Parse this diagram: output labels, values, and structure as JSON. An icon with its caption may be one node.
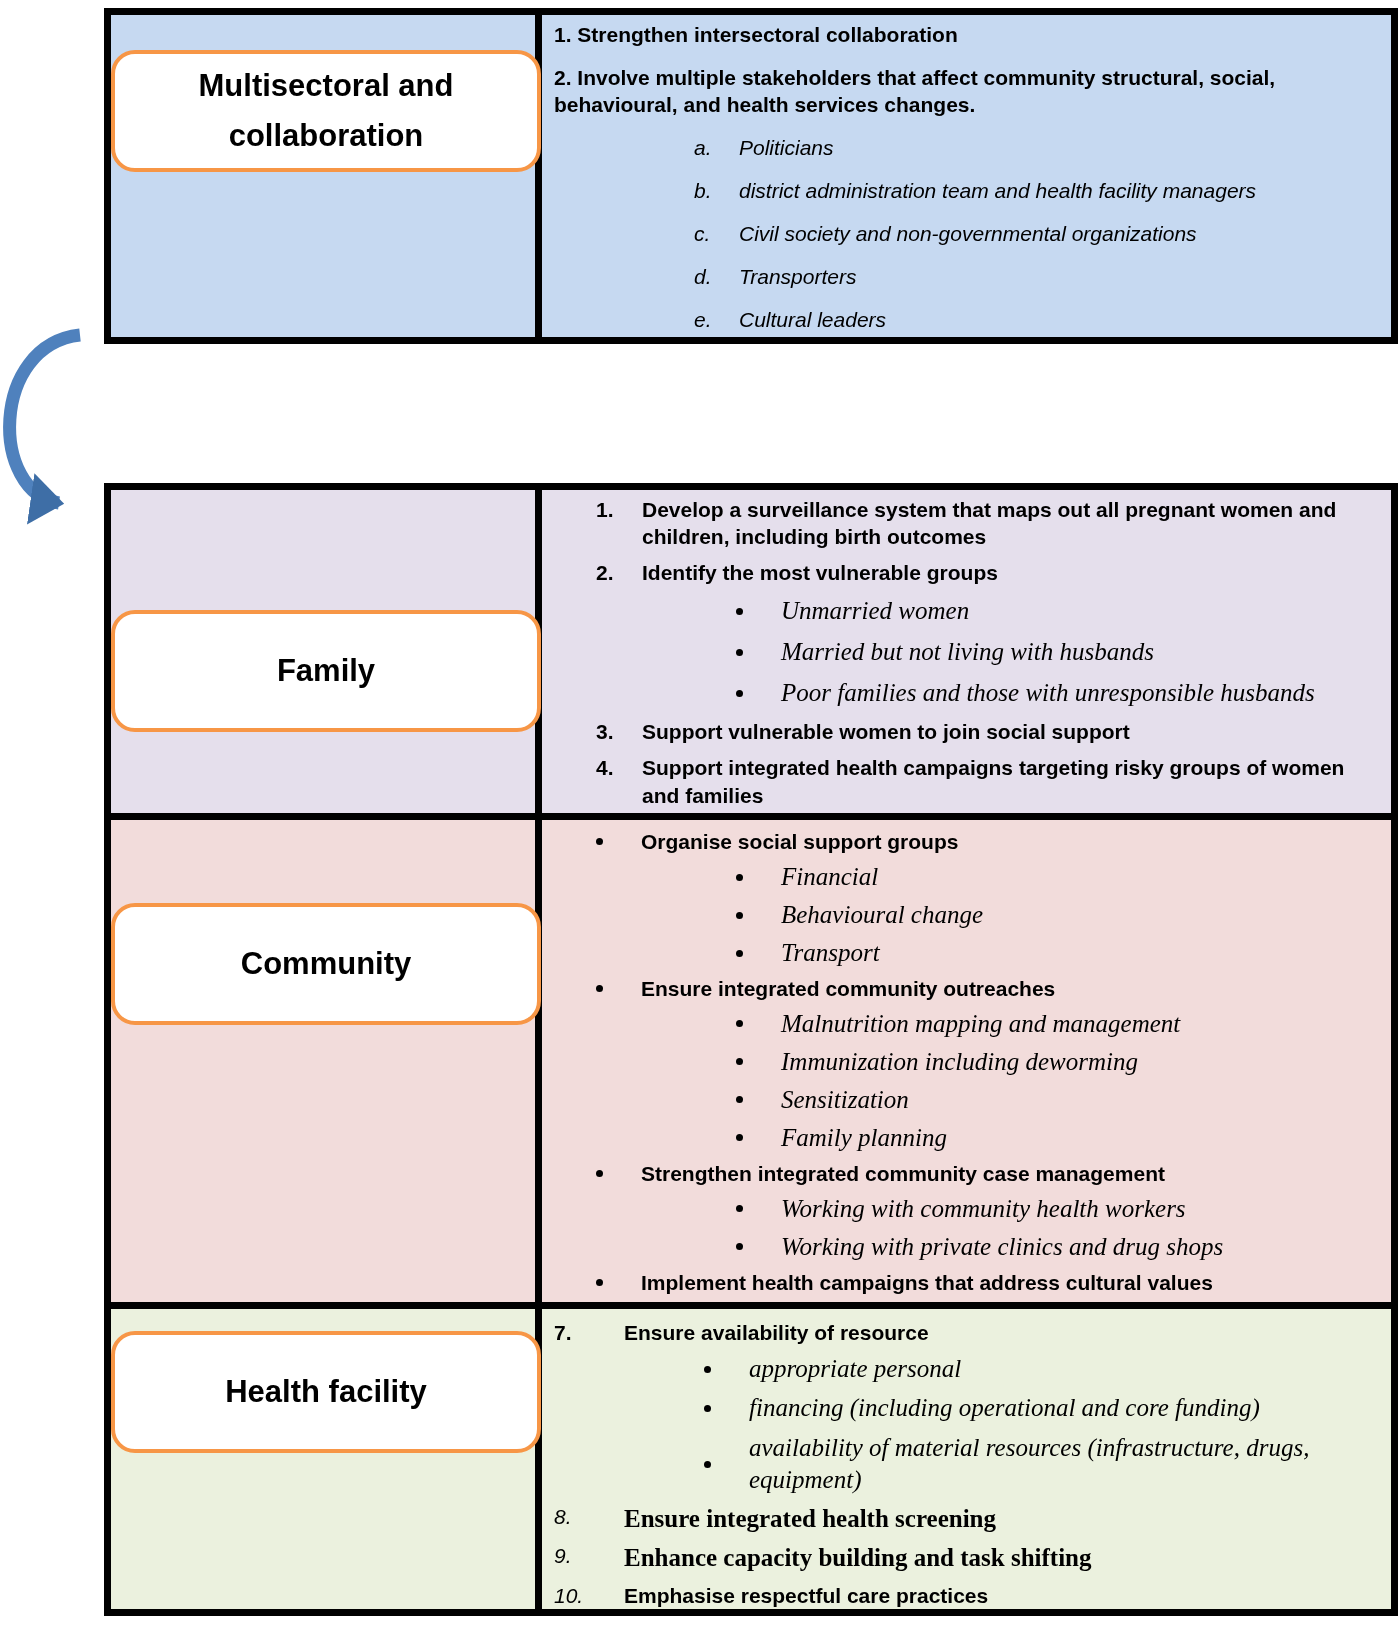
{
  "diagram": {
    "nodes": [
      {
        "text": [],
        "shape": "box"
      },
      {
        "text": [
          "Multisectoral and collaboration"
        ],
        "in": 0
      },
      {
        "text": [
          "1. Strengthen intersectoral collaboration",
          "2. Involve multiple stakeholders that affect community structural, social, behavioural, and health services changes.",
          "a. Politicians",
          "b. district administration team and health facility managers",
          "c. Civil society and non-governmental organizations",
          "d. Transporters",
          "e. Cultural leaders"
        ],
        "in": 0
      },
      {
        "text": [],
        "shape": "box"
      },
      {
        "text": [
          "Family"
        ],
        "in": 3
      },
      {
        "text": [
          "1. Develop a surveillance system that maps out all pregnant women and children, including birth outcomes",
          "2. Identify the most vulnerable groups",
          "Unmarried women",
          "Married but not living with husbands",
          "Poor families and those with unresponsible husbands",
          "3. Support vulnerable women to join social support",
          "4. Support integrated health campaigns targeting risky groups of women and families"
        ],
        "in": 3
      },
      {
        "text": [
          "Community"
        ],
        "in": 3
      },
      {
        "text": [
          "Organise social support groups",
          "Financial",
          "Behavioural change",
          "Transport",
          "Ensure integrated community outreaches",
          "Malnutrition mapping and management",
          "Immunization including deworming",
          "Sensitization",
          "Family planning",
          "Strengthen integrated community case management",
          "Working with community health workers",
          "Working with private clinics and drug shops",
          "Implement health campaigns that address cultural values"
        ],
        "in": 3
      },
      {
        "text": [
          "Health facility"
        ],
        "in": 3
      },
      {
        "text": [
          "7. Ensure availability of resource",
          "appropriate personal",
          "financing (including operational and core funding)",
          "availability of material resources (infrastructure, drugs, equipment)",
          "8. Ensure integrated health screening",
          "9. Enhance capacity building and task shifting",
          "10. Emphasise respectful care practices"
        ],
        "in": 3
      }
    ],
    "edges": [
      {
        "from": 0,
        "to": 3,
        "arrow": "to"
      }
    ]
  }
}
